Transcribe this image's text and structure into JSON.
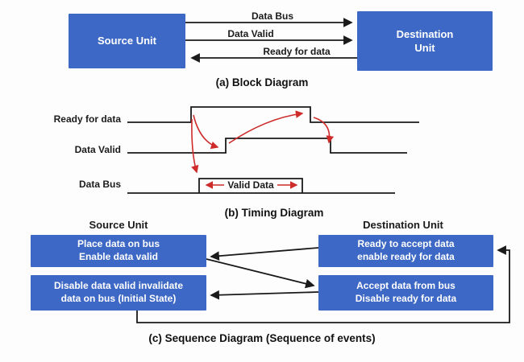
{
  "colors": {
    "box_blue": "#3d68c5",
    "arrow_red": "#cf2b2b",
    "line": "#1a1a1a"
  },
  "block_diagram": {
    "caption": "(a) Block Diagram",
    "source_unit": "Source Unit",
    "destination_unit_line1": "Destination",
    "destination_unit_line2": "Unit",
    "signals": [
      "Data Bus",
      "Data Valid",
      "Ready for data"
    ]
  },
  "timing_diagram": {
    "caption": "(b) Timing Diagram",
    "signals": [
      "Ready for data",
      "Data Valid",
      "Data Bus"
    ],
    "valid_data_label": "Valid Data"
  },
  "sequence_diagram": {
    "caption": "(c) Sequence Diagram (Sequence of events)",
    "source_header": "Source Unit",
    "destination_header": "Destination Unit",
    "source_boxes": [
      {
        "line1": "Place data on bus",
        "line2": "Enable data valid"
      },
      {
        "line1": "Disable data valid invalidate",
        "line2": "data on bus (Initial State)"
      }
    ],
    "destination_boxes": [
      {
        "line1": "Ready to accept data",
        "line2": "enable ready for data"
      },
      {
        "line1": "Accept data from bus",
        "line2": "Disable ready for data"
      }
    ]
  }
}
